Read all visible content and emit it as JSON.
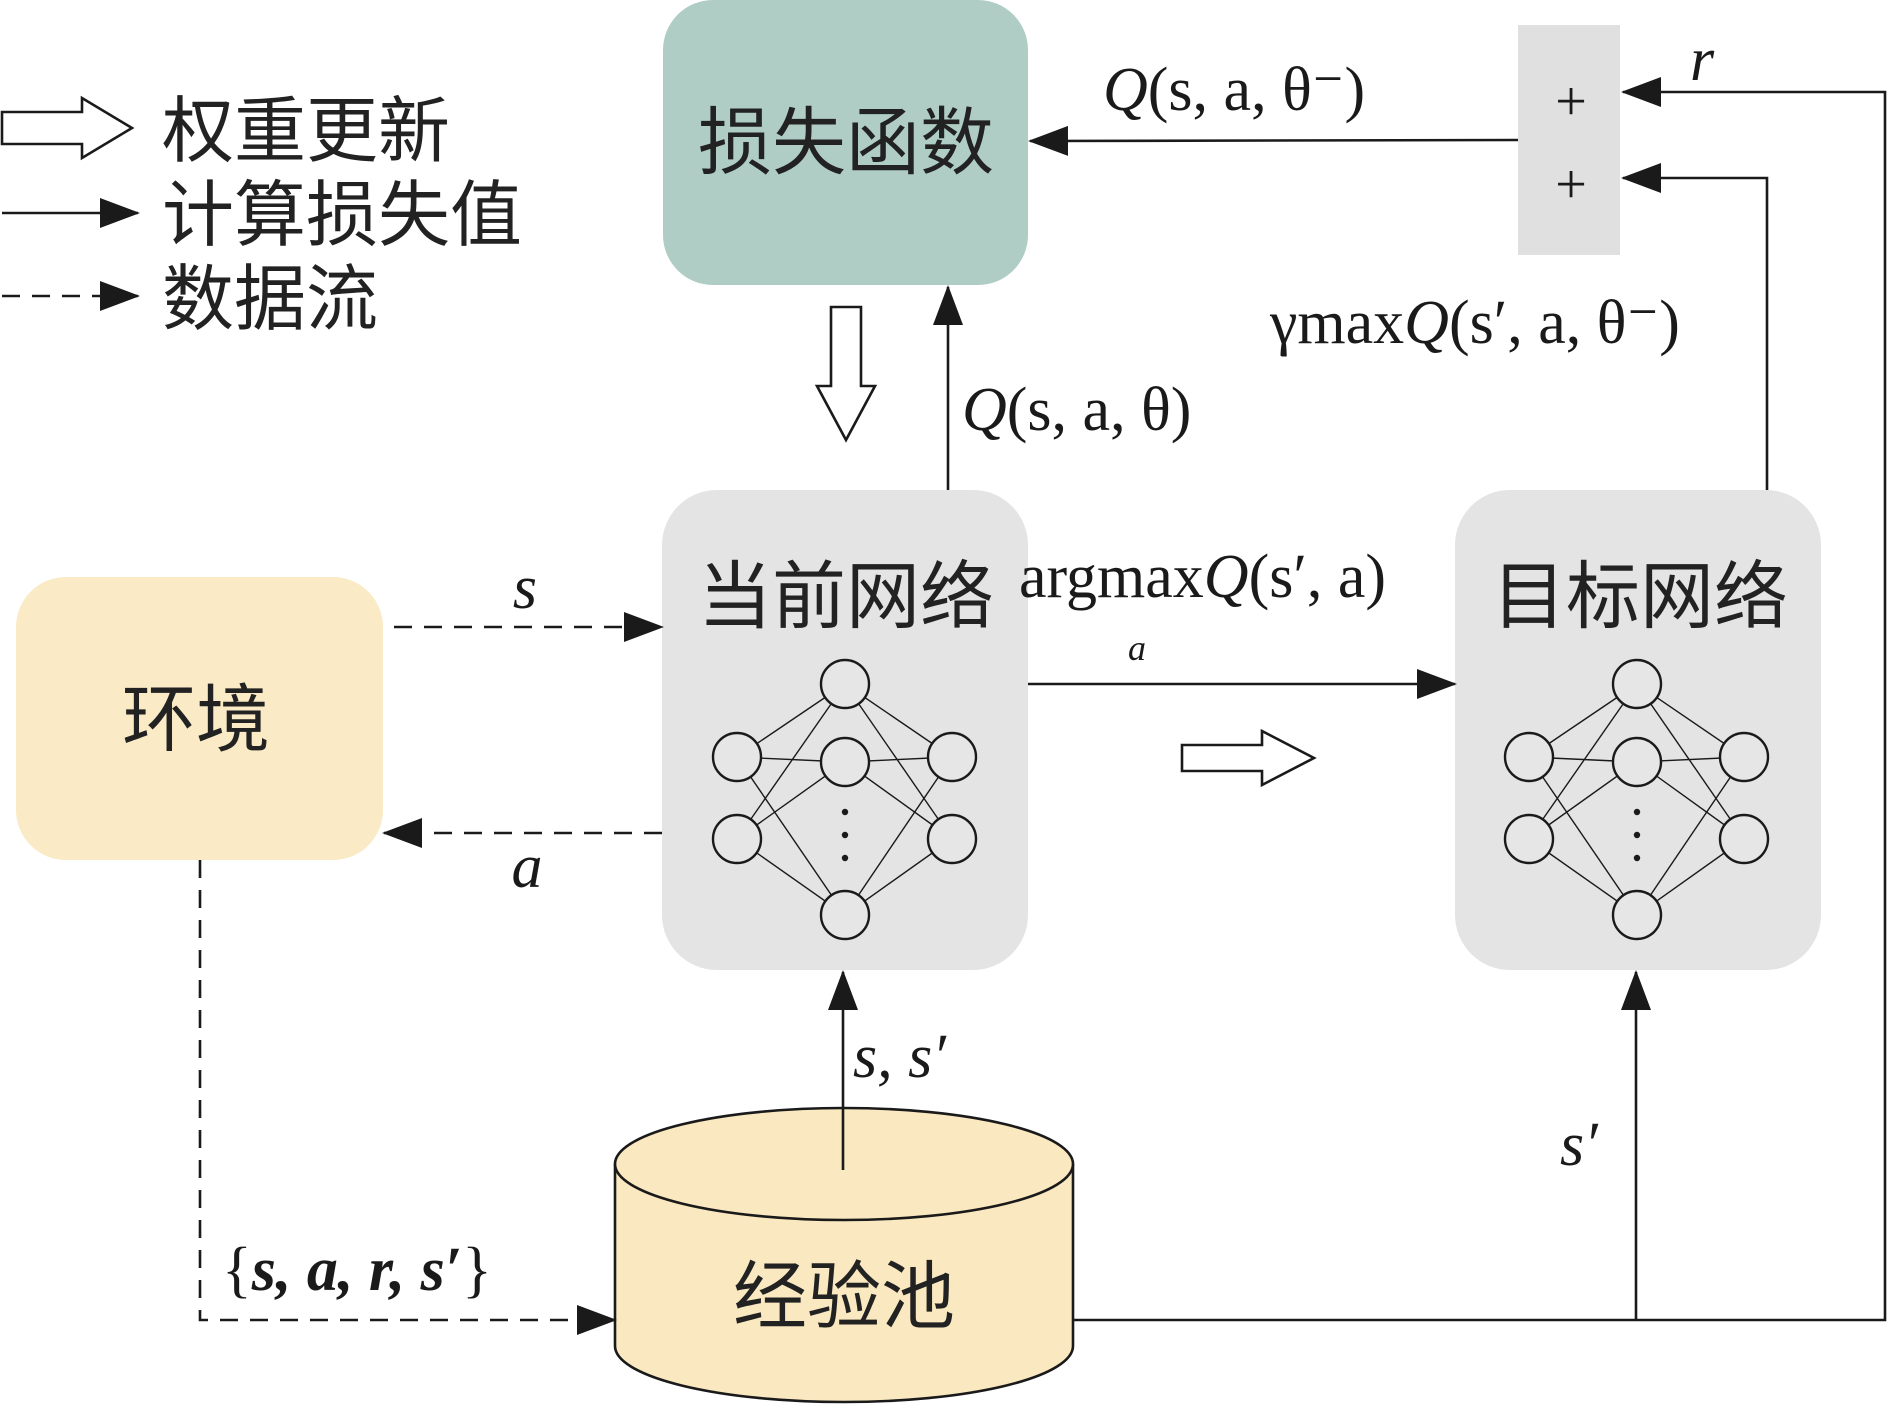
{
  "legend": {
    "weight_update": "权重更新",
    "compute_loss": "计算损失值",
    "data_flow": "数据流"
  },
  "boxes": {
    "loss_function": "损失函数",
    "environment": "环境",
    "current_network": "当前网络",
    "target_network": "目标网络",
    "experience_pool": "经验池"
  },
  "sum_node": {
    "top": "+",
    "bottom": "+"
  },
  "labels": {
    "q_target_Q": "Q",
    "q_target_args": "(s, a, θ⁻)",
    "r": "r",
    "gamma_prefix": "γmax",
    "gamma_Q": "Q",
    "gamma_args": "(s′, a, θ⁻)",
    "q_current_Q": "Q",
    "q_current_args": "(s, a, θ)",
    "s_input": "s",
    "a_output": "a",
    "argmax_prefix": "argmax",
    "argmax_Q": "Q",
    "argmax_args": "(s′, a)",
    "argmax_sub": "a",
    "s_sprime": "s, s′",
    "s_prime": "s′",
    "transition_open": "{",
    "transition_tuple": "s, a, r, s′",
    "transition_close": "}"
  },
  "colors": {
    "loss_box": "#afcdc5",
    "env_box": "#faeac5",
    "network_box": "#e4e4e4",
    "sum_box": "#e0e0e0",
    "pool_fill": "#fae9c0"
  }
}
